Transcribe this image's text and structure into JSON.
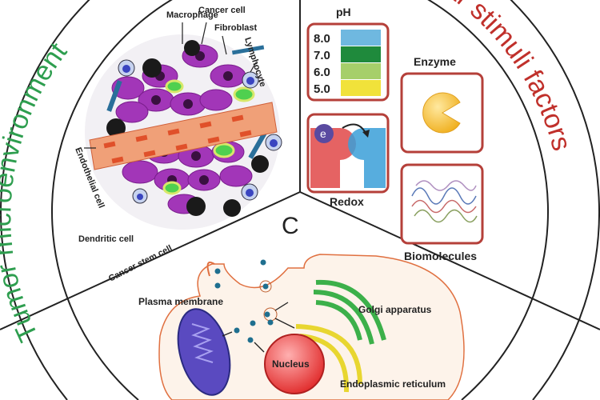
{
  "ring": {
    "left_title": "Tumor microenvironment",
    "right_title": "Intracellular stimuli factors",
    "center_letter": "C"
  },
  "tumor": {
    "labels": {
      "macrophage": "Macrophage",
      "cancer_cell": "Cancer cell",
      "fibroblast": "Fibroblast",
      "lymphocyte": "Lymphocyte",
      "endothelial": "Endothelial cell",
      "dendritic": "Dendritic cell",
      "cancer_stem": "Cancer stem cell"
    }
  },
  "stimuli": {
    "ph_title": "pH",
    "ph_levels": [
      {
        "value": "8.0",
        "color": "#6fb8e0"
      },
      {
        "value": "7.0",
        "color": "#1f8a3c"
      },
      {
        "value": "6.0",
        "color": "#a6cf6a"
      },
      {
        "value": "5.0",
        "color": "#f1e23a"
      }
    ],
    "enzyme": "Enzyme",
    "redox": "Redox",
    "redox_electron": "e",
    "biomolecules": "Biomolecules"
  },
  "cell": {
    "plasma_membrane": "Plasma membrane",
    "golgi": "Golgi apparatus",
    "nucleus": "Nucleus",
    "er": "Endoplasmic reticulum"
  },
  "colors": {
    "green_title": "#2e9e4f",
    "red_title": "#c0302b",
    "box_border": "#b5403a"
  }
}
